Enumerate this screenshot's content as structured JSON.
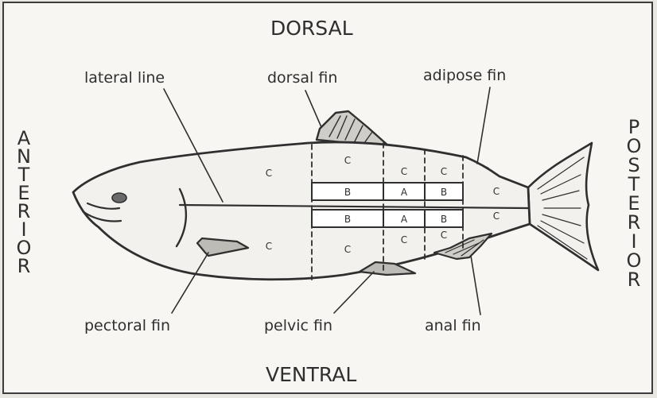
{
  "orientation": {
    "dorsal": "DORSAL",
    "ventral": "VENTRAL",
    "anterior": [
      "A",
      "N",
      "T",
      "E",
      "R",
      "I",
      "O",
      "R"
    ],
    "posterior": [
      "P",
      "O",
      "S",
      "T",
      "E",
      "R",
      "I",
      "O",
      "R"
    ]
  },
  "labels": {
    "lateral_line": "lateral line",
    "dorsal_fin": "dorsal fin",
    "adipose_fin": "adipose fin",
    "pectoral_fin": "pectoral fin",
    "pelvic_fin": "pelvic fin",
    "anal_fin": "anal fin"
  },
  "sections": {
    "c": "C",
    "b": "B",
    "a": "A"
  },
  "colors": {
    "ink": "#2f2f2f",
    "body_fill": "#f2f1ed",
    "paper": "#f7f6f2"
  }
}
